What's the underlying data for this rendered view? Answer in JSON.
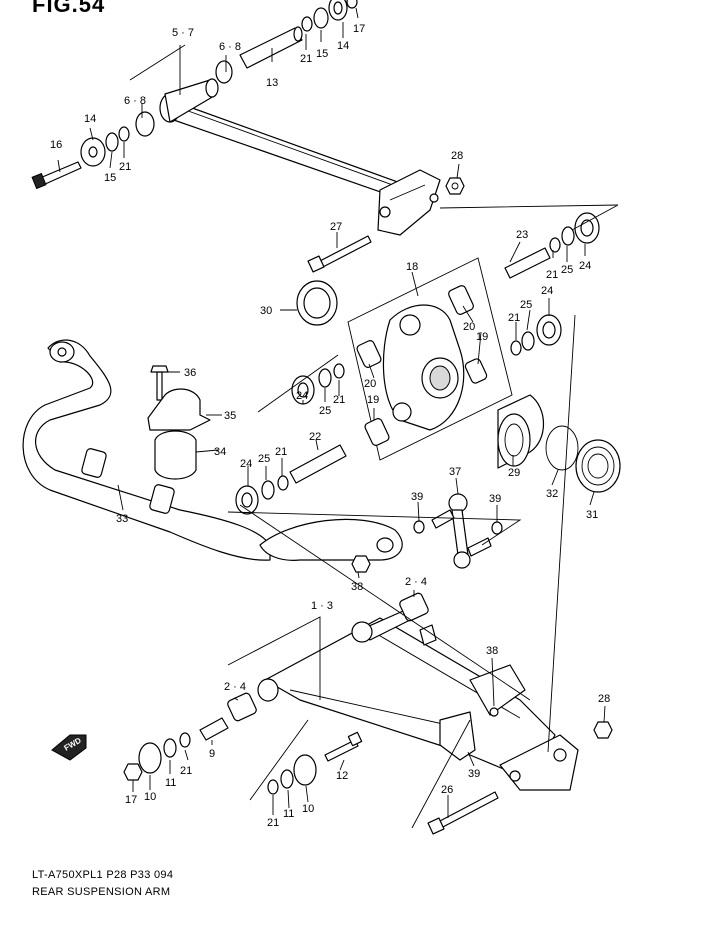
{
  "figure": {
    "title": "FIG.54",
    "code_line": "LT-A750XPL1  P28 P33  094",
    "caption": "REAR SUSPENSION ARM"
  },
  "fwd_badge": "FWD",
  "callouts": [
    {
      "id": "c-5-7",
      "text": "5 · 7"
    },
    {
      "id": "c-6-8a",
      "text": "6 · 8"
    },
    {
      "id": "c-6-8b",
      "text": "6 · 8"
    },
    {
      "id": "c-13",
      "text": "13"
    },
    {
      "id": "c-21a",
      "text": "21"
    },
    {
      "id": "c-15a",
      "text": "15"
    },
    {
      "id": "c-14a",
      "text": "14"
    },
    {
      "id": "c-17a",
      "text": "17"
    },
    {
      "id": "c-16",
      "text": "16"
    },
    {
      "id": "c-14b",
      "text": "14"
    },
    {
      "id": "c-15b",
      "text": "15"
    },
    {
      "id": "c-21b",
      "text": "21"
    },
    {
      "id": "c-28a",
      "text": "28"
    },
    {
      "id": "c-27",
      "text": "27"
    },
    {
      "id": "c-23",
      "text": "23"
    },
    {
      "id": "c-21c",
      "text": "21"
    },
    {
      "id": "c-25a",
      "text": "25"
    },
    {
      "id": "c-24a",
      "text": "24"
    },
    {
      "id": "c-18",
      "text": "18"
    },
    {
      "id": "c-30",
      "text": "30"
    },
    {
      "id": "c-20a",
      "text": "20"
    },
    {
      "id": "c-19a",
      "text": "19"
    },
    {
      "id": "c-24b",
      "text": "24"
    },
    {
      "id": "c-25b",
      "text": "25"
    },
    {
      "id": "c-21d",
      "text": "21"
    },
    {
      "id": "c-36",
      "text": "36"
    },
    {
      "id": "c-35",
      "text": "35"
    },
    {
      "id": "c-20b",
      "text": "20"
    },
    {
      "id": "c-19b",
      "text": "19"
    },
    {
      "id": "c-24c",
      "text": "24"
    },
    {
      "id": "c-25c",
      "text": "25"
    },
    {
      "id": "c-21e",
      "text": "21"
    },
    {
      "id": "c-34",
      "text": "34"
    },
    {
      "id": "c-22",
      "text": "22"
    },
    {
      "id": "c-24d",
      "text": "24"
    },
    {
      "id": "c-25d",
      "text": "25"
    },
    {
      "id": "c-21f",
      "text": "21"
    },
    {
      "id": "c-29",
      "text": "29"
    },
    {
      "id": "c-32",
      "text": "32"
    },
    {
      "id": "c-31",
      "text": "31"
    },
    {
      "id": "c-33",
      "text": "33"
    },
    {
      "id": "c-37",
      "text": "37"
    },
    {
      "id": "c-39a",
      "text": "39"
    },
    {
      "id": "c-39b",
      "text": "39"
    },
    {
      "id": "c-38a",
      "text": "38"
    },
    {
      "id": "c-2-4a",
      "text": "2 · 4"
    },
    {
      "id": "c-1-3",
      "text": "1 · 3"
    },
    {
      "id": "c-38b",
      "text": "38"
    },
    {
      "id": "c-2-4b",
      "text": "2 · 4"
    },
    {
      "id": "c-28b",
      "text": "28"
    },
    {
      "id": "c-9",
      "text": "9"
    },
    {
      "id": "c-21g",
      "text": "21"
    },
    {
      "id": "c-11a",
      "text": "11"
    },
    {
      "id": "c-10a",
      "text": "10"
    },
    {
      "id": "c-17b",
      "text": "17"
    },
    {
      "id": "c-12",
      "text": "12"
    },
    {
      "id": "c-39c",
      "text": "39"
    },
    {
      "id": "c-26",
      "text": "26"
    },
    {
      "id": "c-21h",
      "text": "21"
    },
    {
      "id": "c-11b",
      "text": "11"
    },
    {
      "id": "c-10b",
      "text": "10"
    }
  ]
}
